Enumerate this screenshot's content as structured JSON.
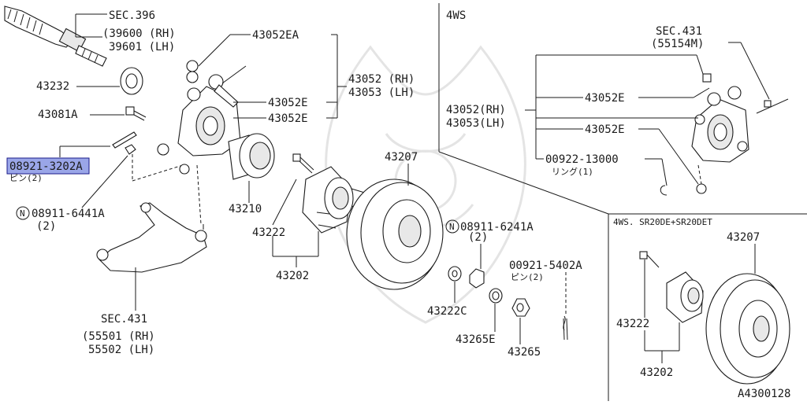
{
  "sections": {
    "ws4_label": "4WS",
    "ws4_sr20_label": "4WS. SR20DE+SR20DET"
  },
  "labels": {
    "sec396": "SEC.396",
    "p39600": "(39600 (RH)",
    "p39601": "39601 (LH)",
    "p43232": "43232",
    "p43081a": "43081A",
    "p08921_text": "08921-3202A",
    "p08921_sub": "ピン(2)",
    "p08911_6441": "08911-6441A",
    "p08911_6441_qty": "(2)",
    "p43052ea": "43052EA",
    "p43052e_1": "43052E",
    "p43052e_2": "43052E",
    "p43052_rh": "43052 (RH)",
    "p43053_lh": "43053 (LH)",
    "p43210": "43210",
    "p43207": "43207",
    "p43222": "43222",
    "p43202": "43202",
    "sec431_l": "SEC.431",
    "p55501": "(55501 (RH)",
    "p55502": "55502 (LH)",
    "p08911_6241": "08911-6241A",
    "p08911_6241_qty": "(2)",
    "p00921": "00921-5402A",
    "p00921_sub": "ピン(2)",
    "p43222c": "43222C",
    "p43265e": "43265E",
    "p43265": "43265",
    "ws_sec431": "SEC.431",
    "ws_55154m": "(55154M)",
    "ws_43052_rh": "43052(RH)",
    "ws_43053_lh": "43053(LH)",
    "ws_43052e_1": "43052E",
    "ws_43052e_2": "43052E",
    "ws_00922": "00922-13000",
    "ws_00922_sub": "リング(1)",
    "sr_43207": "43207",
    "sr_43222": "43222",
    "sr_43202": "43202",
    "figure_id": "A4300128"
  },
  "highlight": {
    "part": "08921-3202A",
    "color": "#9aa6e8"
  },
  "icons": {
    "circled_n": "N"
  }
}
